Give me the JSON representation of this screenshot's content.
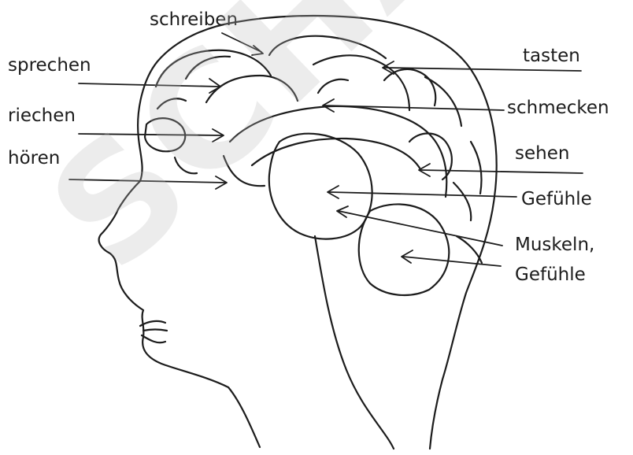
{
  "labels": {
    "schreiben": "schreiben",
    "sprechen": "sprechen",
    "riechen": "riechen",
    "hoeren": "hören",
    "tasten": "tasten",
    "schmecken": "schmecken",
    "sehen": "sehen",
    "gefuehle": "Gefühle",
    "muskeln_line1": "Muskeln,",
    "muskeln_line2": "Gefühle"
  },
  "watermark": "SCHAU",
  "colors": {
    "ink": "#1c1c1c",
    "watermark": "#c8c8c8"
  }
}
